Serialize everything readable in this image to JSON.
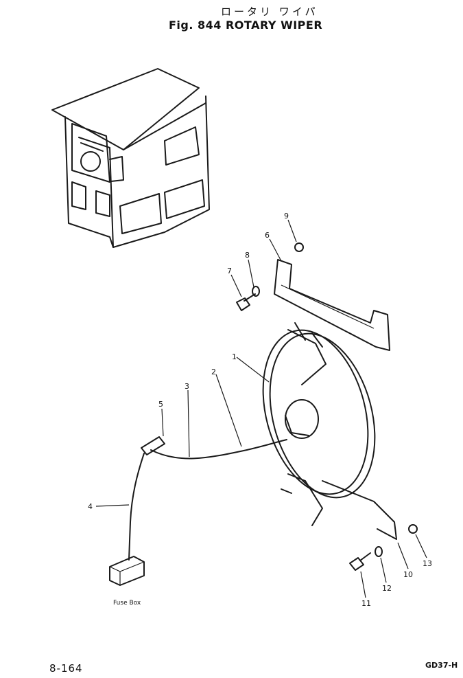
{
  "header": {
    "title_jp": "ロータリ ワイパ",
    "title_en": "Fig. 844 ROTARY WIPER"
  },
  "labels": {
    "fuse_box": "Fuse Box"
  },
  "callouts": [
    "1",
    "2",
    "3",
    "4",
    "5",
    "6",
    "7",
    "8",
    "9",
    "10",
    "11",
    "12",
    "13"
  ],
  "footer": {
    "page_number": "8-164",
    "model_code": "GD37-H"
  }
}
